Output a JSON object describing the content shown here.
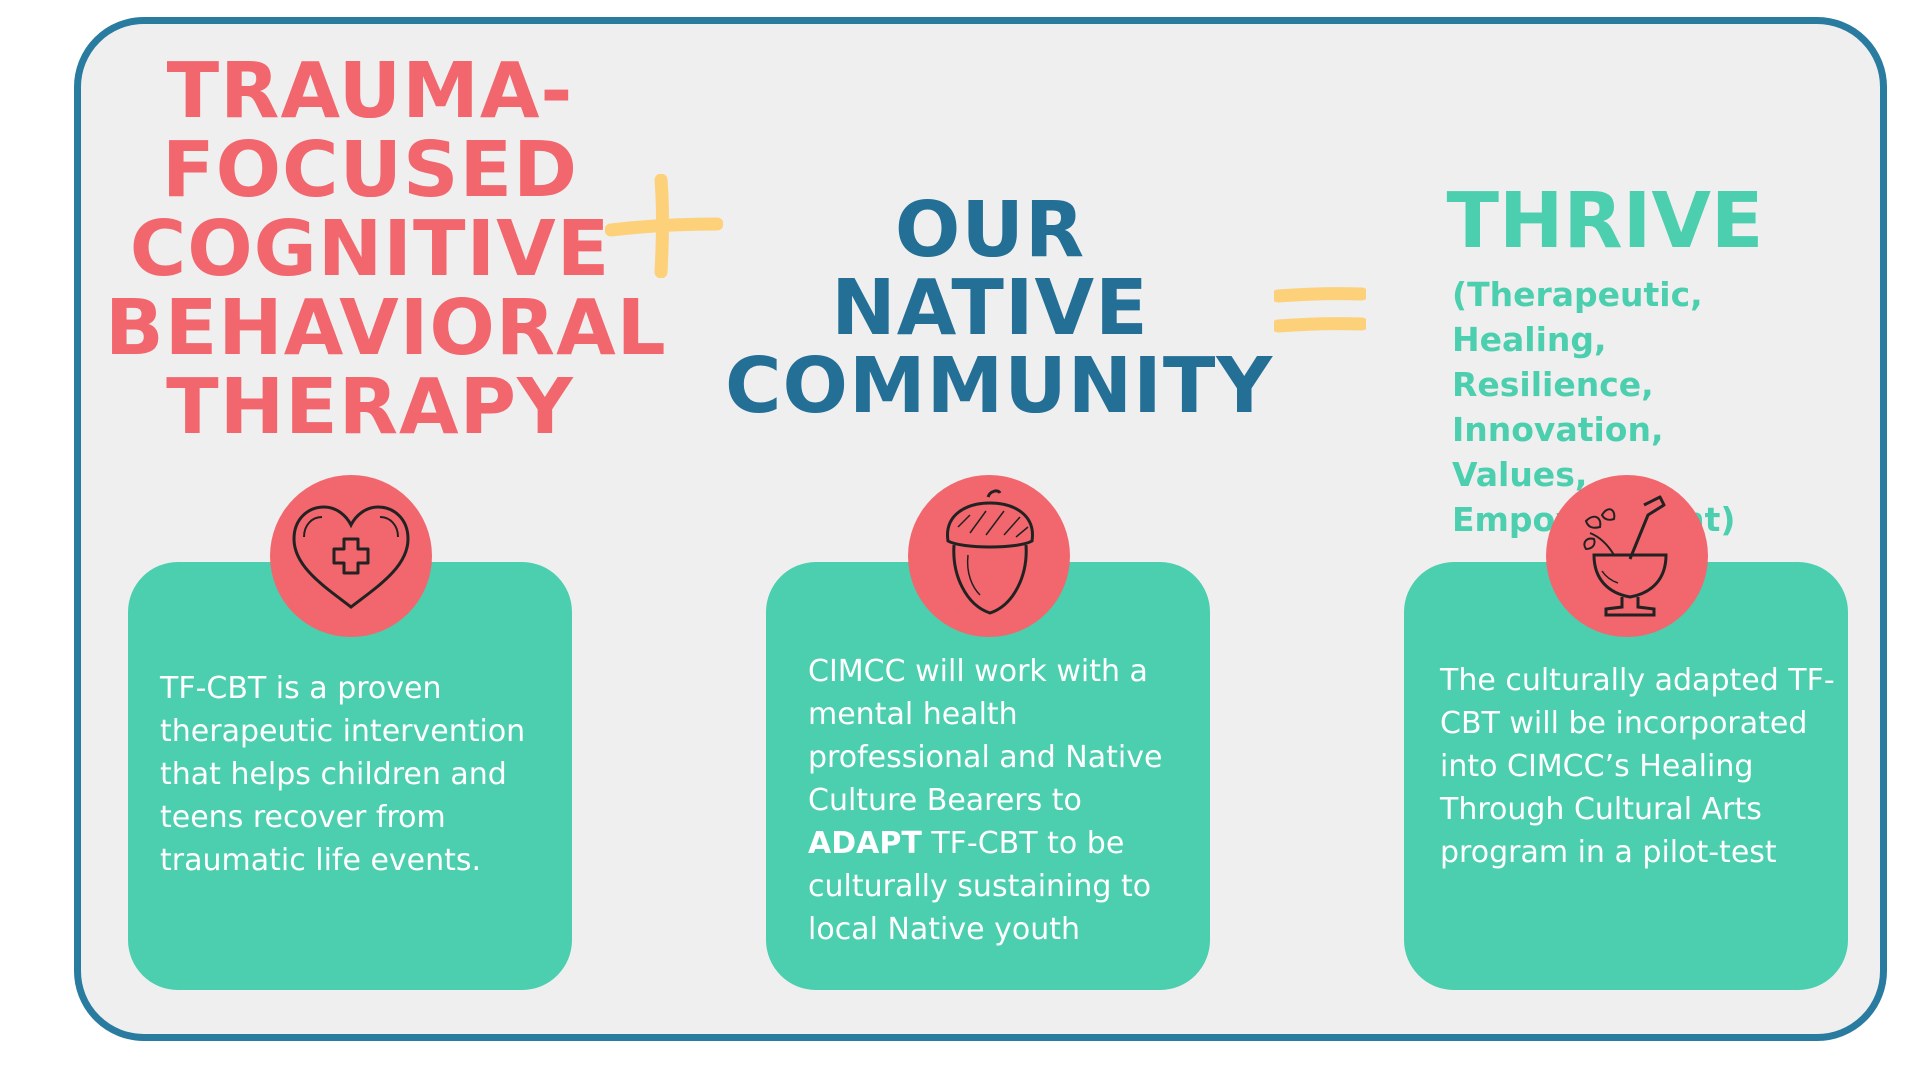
{
  "left": {
    "title_lines": [
      "TRAUMA-",
      "FOCUSED",
      "COGNITIVE",
      "BEHAVIORAL",
      "THERAPY"
    ],
    "icon": "heart-with-medical-cross-icon",
    "card_text": "TF-CBT is a proven therapeutic intervention that helps children and teens recover from traumatic life events."
  },
  "operator_plus": "+",
  "middle": {
    "title_lines": [
      "OUR NATIVE",
      "COMMUNITY"
    ],
    "icon": "acorn-icon",
    "card_text_before": "CIMCC will work with a mental health professional and Native Culture Bearers to ",
    "card_text_bold": "ADAPT",
    "card_text_after": " TF-CBT to be culturally sustaining to local Native youth"
  },
  "operator_equals": "=",
  "right": {
    "title": "THRIVE",
    "subtitle_lines": [
      "(Therapeutic,",
      "Healing, Resilience,",
      "Innovation, Values,",
      "Empowerment)"
    ],
    "icon": "mortar-and-pestle-herbs-icon",
    "card_text": "The culturally adapted TF-CBT will be incorporated into CIMCC’s Healing Through Cultural Arts program in a pilot-test"
  },
  "colors": {
    "frame_border": "#2a7ba0",
    "background": "#efefef",
    "coral": "#f2666e",
    "teal_blue": "#236f95",
    "mint": "#4ccfae",
    "operator_yellow": "#fcd17a"
  }
}
